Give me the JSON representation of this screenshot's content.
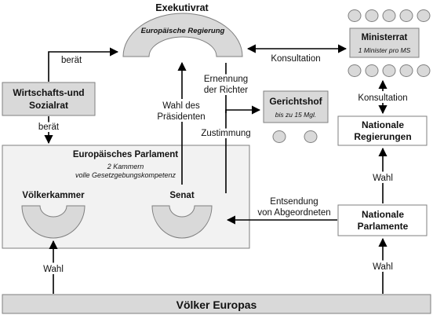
{
  "executive": {
    "title": "Exekutivrat",
    "subtitle": "Europäische Regierung"
  },
  "ministerrat": {
    "title": "Ministerrat",
    "subtitle": "1 Minister pro MS"
  },
  "wirtschaftsrat": {
    "line1": "Wirtschafts-und",
    "line2": "Sozialrat"
  },
  "gerichtshof": {
    "title": "Gerichtshof",
    "subtitle": "bis zu 15 Mgl."
  },
  "parliament": {
    "title": "Europäisches Parlament",
    "subtitle1": "2 Kammern",
    "subtitle2": "volle Gesetzgebungskompetenz",
    "chamber_left": "Völkerkammer",
    "chamber_right": "Senat"
  },
  "national_governments": {
    "line1": "Nationale",
    "line2": "Regierungen"
  },
  "national_parliaments": {
    "line1": "Nationale",
    "line2": "Parlamente"
  },
  "peoples": {
    "label": "Völker Europas"
  },
  "arrow_labels": {
    "beraet_top": "berät",
    "beraet_bottom": "berät",
    "konsultation_top": "Konsultation",
    "konsultation_right": "Konsultation",
    "ernennung_1": "Ernennung",
    "ernennung_2": "der Richter",
    "wahl_praes_1": "Wahl des",
    "wahl_praes_2": "Präsidenten",
    "zustimmung": "Zustimmung",
    "entsendung_1": "Entsendung",
    "entsendung_2": "von Abgeordneten",
    "wahl_left": "Wahl",
    "wahl_right_top": "Wahl",
    "wahl_right_bottom": "Wahl"
  },
  "colors": {
    "box_fill": "#d9d9d9",
    "parliament_fill": "#f2f2f2",
    "stroke": "#7f7f7f",
    "arrow": "#000000"
  }
}
